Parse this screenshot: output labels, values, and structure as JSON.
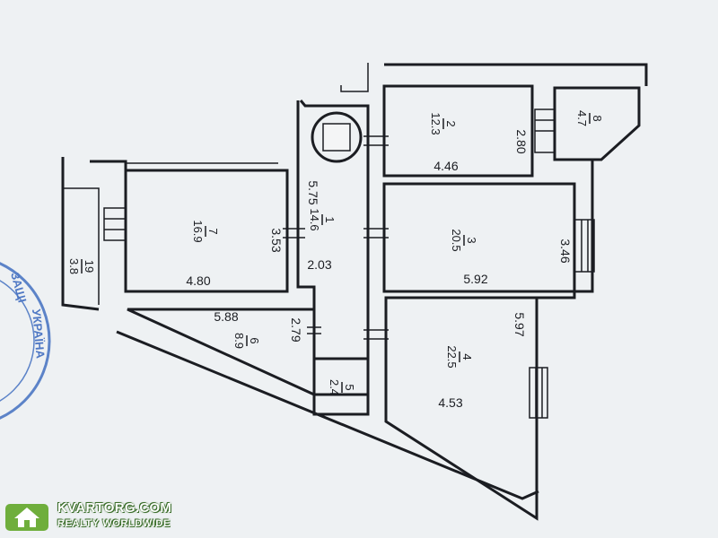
{
  "rooms": [
    {
      "number": "1",
      "area": "14.6"
    },
    {
      "number": "2",
      "area": "12.3"
    },
    {
      "number": "3",
      "area": "20.5"
    },
    {
      "number": "4",
      "area": "22.5"
    },
    {
      "number": "5",
      "area": "2.4"
    },
    {
      "number": "6",
      "area": "8.9"
    },
    {
      "number": "7",
      "area": "16.9"
    },
    {
      "number": "8",
      "area": "4.7"
    },
    {
      "number": "19",
      "area": "3.8"
    }
  ],
  "dimensions": {
    "room7_height": "3.53",
    "room7_width": "4.80",
    "corridor_length": "5.75",
    "corridor_width": "2.03",
    "room2_height": "2.80",
    "room2_width": "4.46",
    "room3_width": "5.92",
    "room3_height": "3.46",
    "room4_length": "5.97",
    "room4_width": "4.53",
    "room6_width": "5.88",
    "room6_height": "2.79"
  },
  "stamp": {
    "line1": "ЗАЩІ",
    "line2": "УКРАЇНА"
  },
  "watermark": {
    "title": "KVARTORG.COM",
    "subtitle": "REALTY WORLDWIDE"
  },
  "colors": {
    "lines": "#1b1d22",
    "paper": "#eef1f3",
    "stamp": "#5c83c8",
    "watermark": "#3a6d2a"
  }
}
